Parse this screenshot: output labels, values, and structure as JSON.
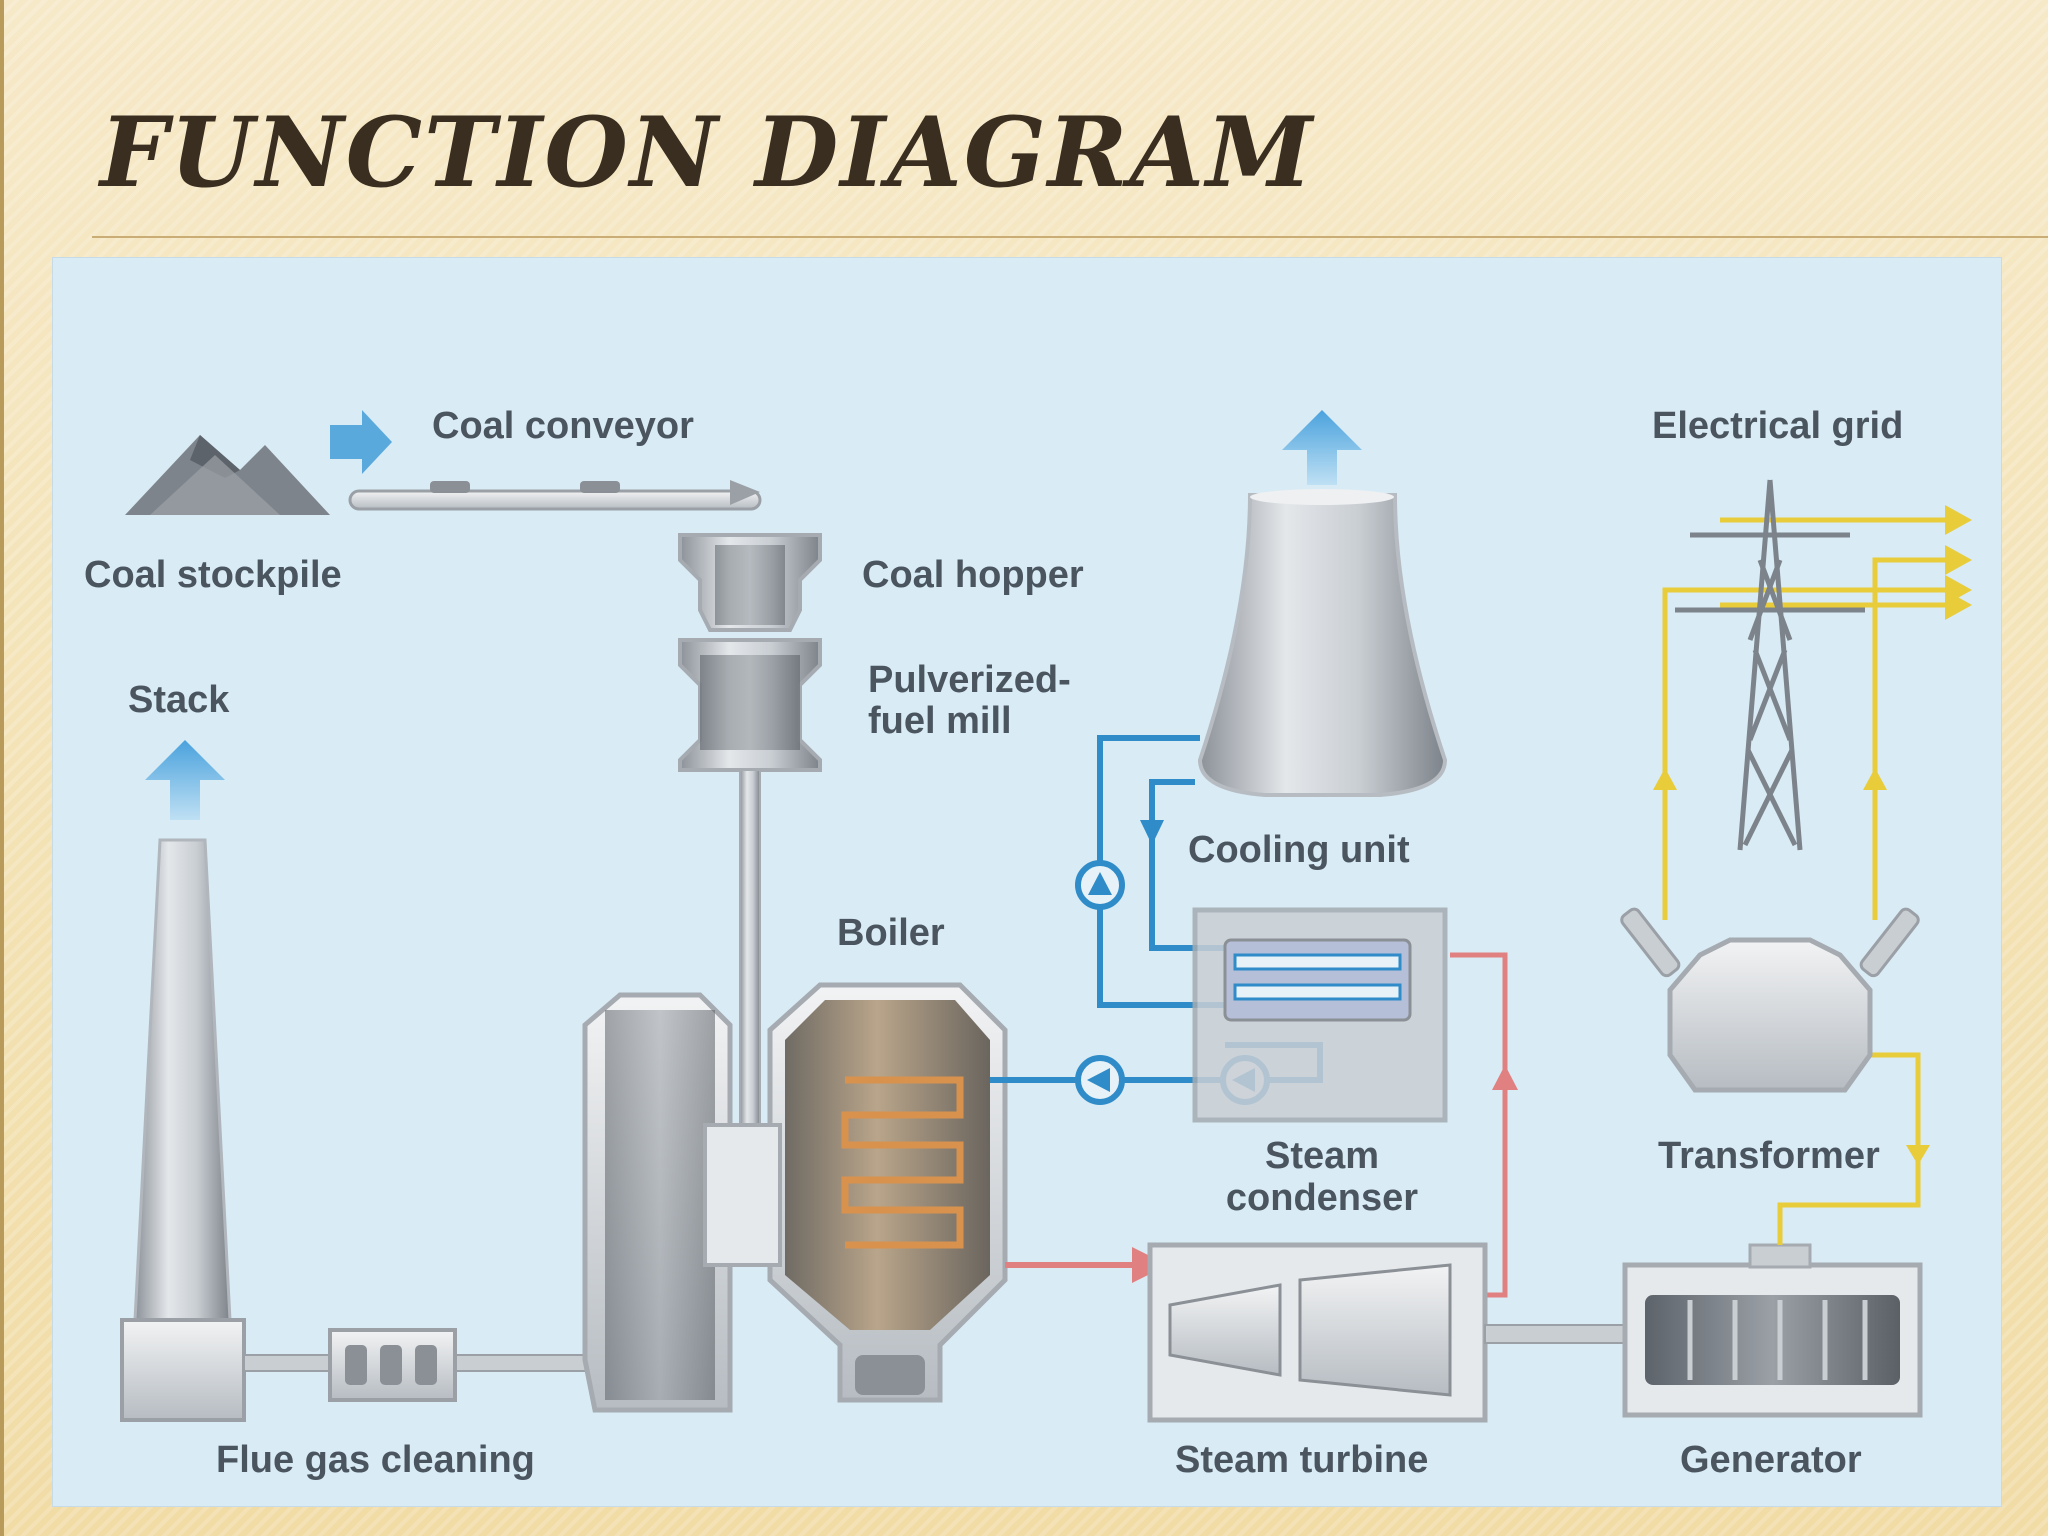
{
  "title": "FUNCTION DIAGRAM",
  "labels": {
    "coal_conveyor": "Coal conveyor",
    "coal_stockpile": "Coal stockpile",
    "coal_hopper": "Coal hopper",
    "pulverized_line1": "Pulverized-",
    "pulverized_line2": "fuel mill",
    "stack": "Stack",
    "cooling_unit": "Cooling unit",
    "boiler": "Boiler",
    "steam_condenser_line1": "Steam",
    "steam_condenser_line2": "condenser",
    "electrical_grid": "Electrical grid",
    "transformer": "Transformer",
    "flue_gas_cleaning": "Flue gas cleaning",
    "steam_turbine": "Steam turbine",
    "generator": "Generator"
  },
  "colors": {
    "panel": "#d9ebf5",
    "arrow_blue": "#5aa9dc",
    "water_blue": "#2f8cc8",
    "steam_red": "#e08080",
    "power_yellow": "#e8cc3a",
    "burner_orange": "#d9924e"
  },
  "icons": [
    "up-arrow-icon",
    "right-arrow-icon",
    "pump-icon",
    "pylon-icon",
    "mountain-icon"
  ]
}
